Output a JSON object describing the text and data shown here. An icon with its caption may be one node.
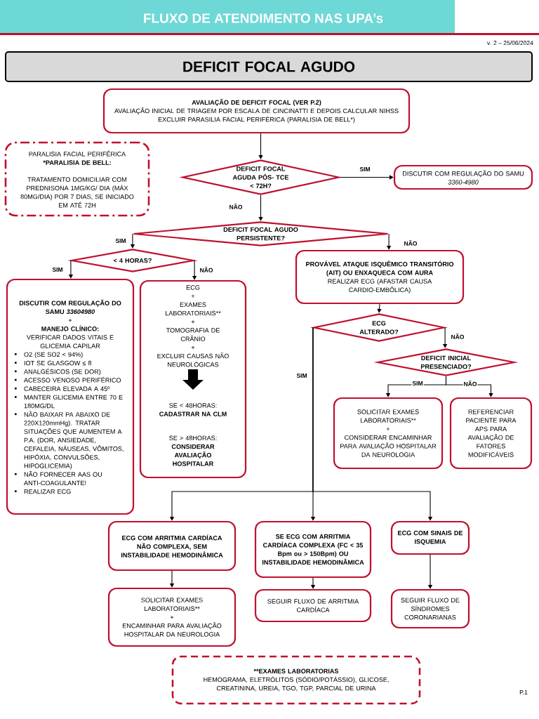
{
  "diagram": {
    "title": "FLUXO DE ATENDIMENTO NAS UPA’s",
    "nodes": [
      {
        "text": [
          "DEFICIT FOCAL AGUDO"
        ]
      },
      {
        "text": [
          "AVALIAÇÃO DE DEFICIT FOCAL (VER P.2)",
          "AVALIAÇÃO INICIAL DE TRIAGEM POR ESCALA DE CINCINATTI E DEPOIS CALCULAR NIHSS",
          "EXCLUIR PARASILIA FACIAL PERIFÉRICA (PARALISIA DE BELL*)"
        ]
      },
      {
        "text": [
          "PARALISIA FACIAL PERIFÉRICA",
          "*PARALISIA DE BELL:",
          "TRATAMENTO DOMICILIAR COM PREDNISONA 1MG/KG/ DIA (MÁX 80MG/DIA) POR 7 DIAS, SE INICIADO EM ATÉ 72H"
        ]
      },
      {
        "text": [
          "DEFICIT FOCAL AGUDA PÓS- TCE < 72H?"
        ]
      },
      {
        "text": [
          "DISCUTIR COM REGULAÇÃO DO SAMU *3360-4980*"
        ]
      },
      {
        "text": [
          "DEFICIT FOCAL AGUDO PERSISTENTE?"
        ]
      },
      {
        "text": [
          "< 4 HORAS?"
        ]
      },
      {
        "text": [
          "DISCUTIR COM REGULAÇÃO DO SAMU *33604980*",
          "+",
          "MANEJO CLÍNICO:",
          "VERIFICAR DADOS VITAIS E GLICEMIA CAPILAR",
          "O2 (SE SO2 < 94%)",
          "IOT SE GLASGOW ≤ 8",
          "ANALGÉSICOS (SE DOR)",
          "ACESSO VENOSO PERIFÉRICO",
          "CABECEIRA ELEVADA A 45º",
          "MANTER GLICEMIA ENTRE 70 E 180MG/DL",
          "NÃO BAIXAR PA ABAIXO DE 220X120mmHg). TRATAR SITUAÇÕES QUE AUMENTEM A P.A. (DOR, ANSIEDADE, CEFALEIA, NÁUSEAS, VÔMITOS, HIPÓXIA, CONVULSÕES, HIPOGLICEMIA)",
          "NÃO FORNECER AAS OU ANTI-COAGULANTE!",
          "REALIZAR ECG"
        ]
      },
      {
        "text": [
          "ECG",
          "+",
          "EXAMES LABORATORIAIS**",
          "+",
          "TOMOGRAFIA DE CRÂNIO",
          "+",
          "EXCLUIR CAUSAS NÃO NEUROLÓGICAS",
          "SE < 48HORAS:",
          "CADASTRAR NA CLM",
          "SE > 48HORAS:",
          "CONSIDERAR AVALIAÇÃO HOSPITALAR"
        ]
      },
      {
        "text": [
          "PROVÁVEL ATAQUE ISQUÊMICO TRANSITÓRIO (AIT) OU ENXAQUECA COM AURA",
          "REALIZAR ECG (AFASTAR CAUSA CARDIO-EMBÓLICA)"
        ]
      },
      {
        "text": [
          "ECG ALTERADO?"
        ]
      },
      {
        "text": [
          "DEFICIT INICIAL PRESENCIADO?"
        ]
      },
      {
        "text": [
          "SOLICITAR EXAMES LABORATORIAIS**",
          "+",
          "CONSIDERAR ENCAMINHAR PARA AVALIAÇÃO HOSPITALAR DA NEUROLOGIA"
        ]
      },
      {
        "text": [
          "REFERENCIAR PACIENTE PARA APS PARA AVALIAÇÃO DE FATORES MODIFICÁVEIS"
        ]
      },
      {
        "text": [
          "ECG COM ARRITMIA CARDÍACA NÃO COMPLEXA, SEM INSTABILIDADE HEMODINÂMICA"
        ]
      },
      {
        "text": [
          "SE ECG COM ARRITMIA CARDÍACA COMPLEXA (FC < 35 Bpm ou > 150Bpm) OU INSTABILIDADE HEMODINÂMICA"
        ]
      },
      {
        "text": [
          "ECG COM SINAIS DE ISQUEMIA"
        ]
      },
      {
        "text": [
          "SOLICITAR EXAMES LABORATORIAIS**",
          "+",
          "ENCAMINHAR PARA AVALIAÇÃO HOSPITALAR DA NEUROLOGIA"
        ]
      },
      {
        "text": [
          "SEGUIR FLUXO DE ARRITMIA CARDÍACA"
        ]
      },
      {
        "text": [
          "SEGUIR FLUXO DE SÍNDROMES CORONARIANAS"
        ]
      },
      {
        "text": [
          "**EXAMES LABORATORIAS",
          "HEMOGRAMA, ELETRÓLITOS (SÓDIO/POTÁSSIO), GLICOSE, CREATININA, UREIA, TGO, TGP, PARCIAL DE URINA"
        ]
      }
    ],
    "edges": [
      {
        "from": 1,
        "to": 3,
        "arrow": "to"
      },
      {
        "from": 3,
        "to": 4,
        "arrow": "to",
        "label": "SIM"
      },
      {
        "from": 3,
        "to": 5,
        "arrow": "to",
        "label": "NÃO"
      },
      {
        "from": 5,
        "to": 6,
        "arrow": "to",
        "label": "SIM"
      },
      {
        "from": 5,
        "to": 9,
        "arrow": "to",
        "label": "NÃO"
      },
      {
        "from": 6,
        "to": 7,
        "arrow": "to",
        "label": "SIM"
      },
      {
        "from": 6,
        "to": 8,
        "arrow": "to",
        "label": "NÃO"
      },
      {
        "from": 9,
        "to": 10,
        "arrow": "to"
      },
      {
        "from": 10,
        "to": 11,
        "arrow": "to",
        "label": "NÃO"
      },
      {
        "from": 11,
        "to": 12,
        "arrow": "to",
        "label": "SIM"
      },
      {
        "from": 11,
        "to": 13,
        "arrow": "to",
        "label": "NÃO"
      },
      {
        "from": 10,
        "to": 14,
        "arrow": "to",
        "label": "SIM"
      },
      {
        "from": 10,
        "to": 15,
        "arrow": "to"
      },
      {
        "from": 10,
        "to": 16,
        "arrow": "to"
      },
      {
        "from": 14,
        "to": 17,
        "arrow": "to"
      },
      {
        "from": 15,
        "to": 18,
        "arrow": "to"
      },
      {
        "from": 16,
        "to": 19,
        "arrow": "to"
      }
    ],
    "labels": [
      "v. 2 – 25/06/2024",
      "P.1"
    ]
  }
}
